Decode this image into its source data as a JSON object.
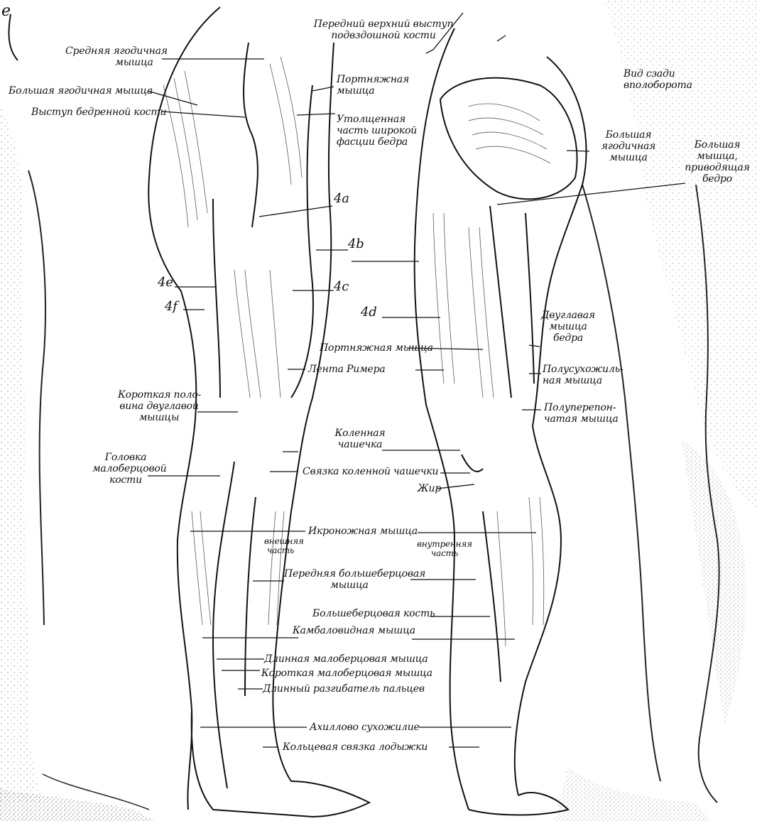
{
  "labels": {
    "corner_letter": "e",
    "gluteus_medius": [
      "Средняя ягодичная",
      "мышца"
    ],
    "gluteus_maximus_left": "Большая ягодичная мышца",
    "femur_process": "Выступ бедренной кости",
    "asis": [
      "Передний верхний выступ",
      "подвздошной кости"
    ],
    "sartorius_top": [
      "Портняжная",
      "мышца"
    ],
    "it_band": [
      "Утолщенная",
      "часть широкой",
      "фасции бедра"
    ],
    "back_view": [
      "Вид сзади",
      "вполоборота"
    ],
    "gluteus_maximus_right": [
      "Большая",
      "ягодичная",
      "мышца"
    ],
    "adductor_magnus": [
      "Большая",
      "мышца,",
      "приводящая",
      "бедро"
    ],
    "code_4a": "4a",
    "code_4b": "4b",
    "code_4c": "4c",
    "code_4d": "4d",
    "code_4e": "4e",
    "code_4f": "4f",
    "biceps_femoris": [
      "Двуглавая",
      "мышца",
      "бедра"
    ],
    "sartorius_mid": "Портняжная мышца",
    "riemer_band": "Лента Римера",
    "semitendinosus": [
      "Полусухожиль-",
      "ная мышца"
    ],
    "semimembranosus": [
      "Полуперепон-",
      "чатая мышца"
    ],
    "biceps_short": [
      "Короткая поло-",
      "вина двуглавой",
      "мышцы"
    ],
    "patella": [
      "Коленная",
      "чашечка"
    ],
    "fibula_head": [
      "Головка",
      "малоберцовой",
      "кости"
    ],
    "patellar_ligament": "Связка коленной чашечки",
    "fat": "Жир",
    "gastrocnemius": "Икроножная мышца",
    "outer_part": [
      "внешняя",
      "часть"
    ],
    "inner_part": [
      "внутренняя",
      "часть"
    ],
    "tibialis_anterior": [
      "Передняя большеберцовая",
      "мышца"
    ],
    "tibia": "Большеберцовая кость",
    "soleus": "Камбаловидная мышца",
    "peroneus_longus": "Длинная малоберцовая мышца",
    "peroneus_brevis": "Короткая малоберцовая мышца",
    "extensor_digitorum": "Длинный разгибатель пальцев",
    "achilles": "Ахиллово сухожилие",
    "ankle_ligament": "Кольцевая связка лодыжки"
  },
  "colors": {
    "ink": "#111111",
    "shade": "#6b6b6b",
    "paper": "#ffffff"
  }
}
